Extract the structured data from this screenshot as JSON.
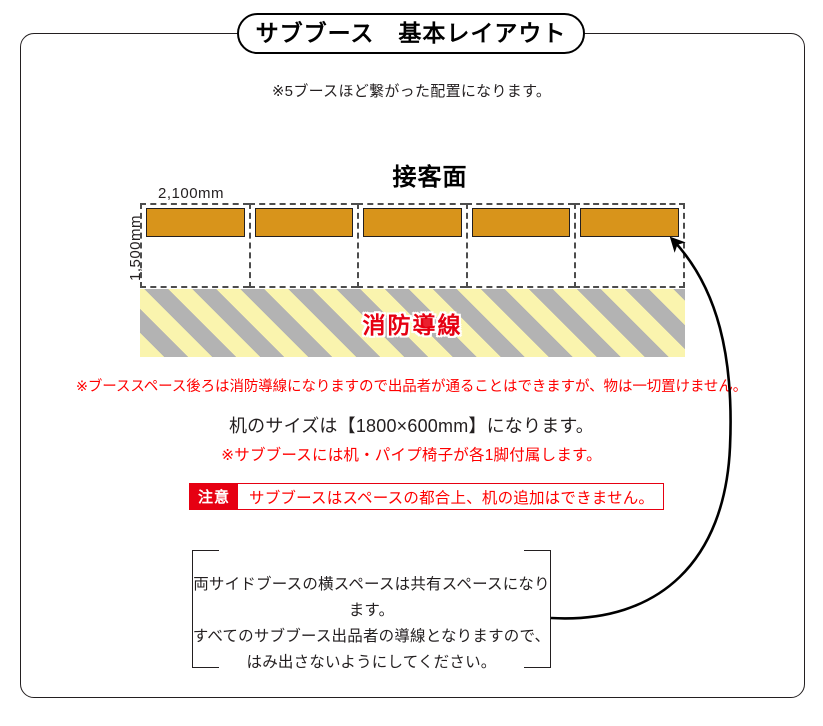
{
  "title": {
    "text": "サブブース　基本レイアウト"
  },
  "subtitle": {
    "text": "※5ブースほど繋がった配置になります。"
  },
  "diagram": {
    "front_label": "接客面",
    "width_label": "2,100mm",
    "depth_label": "1,500mm",
    "booth_count": 5,
    "fire_lane_label": "消防導線",
    "colors": {
      "table_fill": "#d8941b",
      "table_border": "#231f20",
      "stripe_yellow": "#faf4ae",
      "stripe_gray": "#b3b3b3",
      "fire_lane_text": "#e60012",
      "booth_dashed_border": "#4d4d4d"
    }
  },
  "notes": {
    "fire_route_caution": "※ブーススペース後ろは消防導線になりますので出品者が通ることはできますが、物は一切置けません。",
    "desk_size": "机のサイズは【1800×600mm】になります。",
    "desk_attachment": "※サブブースには机・パイプ椅子が各1脚付属します。"
  },
  "attention": {
    "tag": "注意",
    "text": "サブブースはスペースの都合上、机の追加はできません。",
    "color": "#e60012"
  },
  "shared_space_note": {
    "line1": "両サイドブースの横スペースは共有スペースになります。",
    "line2": "すべてのサブブース出品者の導線となりますので、",
    "line3": "はみ出さないようにしてください。"
  }
}
